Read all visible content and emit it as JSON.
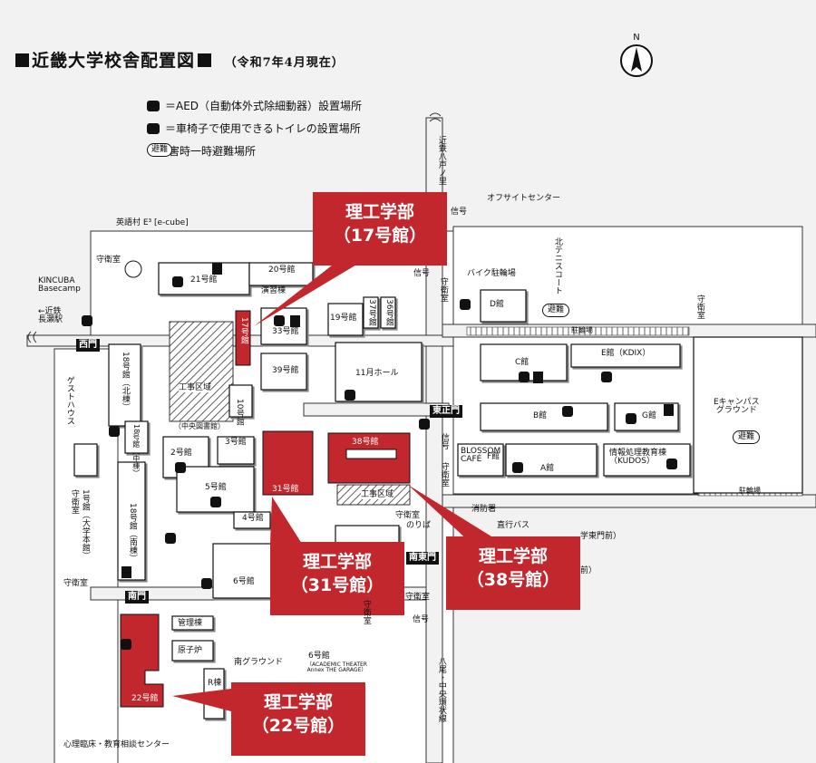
{
  "header": {
    "title": "近畿大学校舎配置図",
    "date": "（令和7年4月現在）"
  },
  "legend": {
    "aed": "＝AED（自動体外式除細動器）設置場所",
    "toilet": "＝車椅子で使用できるトイレの設置場所",
    "evac_mark": "避難",
    "evac": "＝災害時一時避難場所"
  },
  "compass": "N",
  "callouts": {
    "b17": {
      "dept": "理工学部",
      "bldg": "（17号館）"
    },
    "b38": {
      "dept": "理工学部",
      "bldg": "（38号館）"
    },
    "b31": {
      "dept": "理工学部",
      "bldg": "（31号館）"
    },
    "b22": {
      "dept": "理工学部",
      "bldg": "（22号館）"
    }
  },
  "gates": {
    "west": "西門",
    "east_main": "東正門",
    "south_east": "南東門",
    "south": "南門"
  },
  "labels": {
    "kinsei": "近鉄八戸ノ里",
    "shingo": "信号",
    "offsite": "オフサイトセンター",
    "eigo": "英語村 E³ [e-cube]",
    "b20": "20号館",
    "b21": "21号館",
    "engeki": "演習棟",
    "shueishitsu": "守衛室",
    "kincuba": "KINCUBA\nBasecamp",
    "kintetsu_nagase": "←近鉄\n長瀬駅",
    "b17": "17号館",
    "b19": "19号館",
    "b37": "37号館",
    "b36": "36号館",
    "b33": "33号館",
    "b39": "39号館",
    "hall11": "11月ホール",
    "bike": "バイク駐輪場",
    "kitacourt": "北テニスコート",
    "dkan": "D館",
    "churinjo": "駐輪場",
    "ckan": "C館",
    "ekan": "E館（KDIX）",
    "ecampus": "Eキャンパス\nグラウンド",
    "bkan": "B館",
    "gkan": "G館",
    "koji": "工事区域",
    "library_kan": "10号館",
    "library": "（中央図書館）",
    "b18n": "18号館（北棟）",
    "b18c": "18号館（中棟）",
    "guesthouse": "ゲストハウス",
    "b2": "2号館",
    "b3": "3号館",
    "b5": "5号館",
    "b31": "31号館",
    "b38": "38号館",
    "blossom": "BLOSSOM\nCAFÉ",
    "fkan": "F館",
    "akan": "A館",
    "joho": "情報処理教育棟\n（KUDOS）",
    "churinjo2": "駐輪場",
    "b1": "1号館（大学本館）",
    "b18s": "18号館（南棟）",
    "b4": "4号館",
    "shoboshu": "消防署",
    "noriba": "のりば",
    "chokko": "直行バス",
    "daigaku_higashi": "学東門前）",
    "mae": "前）",
    "b6": "6号館",
    "kanri": "管理棟",
    "genshiro": "原子炉",
    "minami_ground": "南グラウンド",
    "b6annex": "6号館",
    "annex": "（ACADEMIC THEATER\nAnnex THE GARAGE）",
    "b22": "22号館",
    "shinri": "心理臨床・教育相談センター",
    "yao": "八尾・中央環状線",
    "rto": "R棟"
  }
}
